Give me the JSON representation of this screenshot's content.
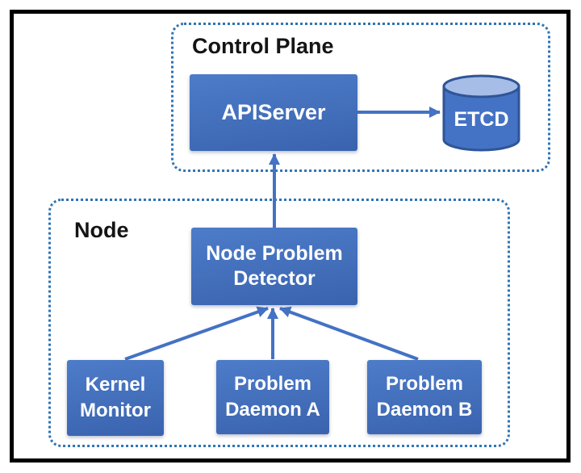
{
  "control_plane": {
    "label": "Control Plane",
    "apiserver_label": "APIServer",
    "etcd_label": "ETCD"
  },
  "node": {
    "label": "Node",
    "npd_label": "Node Problem Detector",
    "kernel_label": "Kernel Monitor",
    "daemon_a_label": "Problem Daemon A",
    "daemon_b_label": "Problem Daemon B"
  },
  "edges": [
    {
      "from": "APIServer",
      "to": "ETCD"
    },
    {
      "from": "Node Problem Detector",
      "to": "APIServer"
    },
    {
      "from": "Kernel Monitor",
      "to": "Node Problem Detector"
    },
    {
      "from": "Problem Daemon A",
      "to": "Node Problem Detector"
    },
    {
      "from": "Problem Daemon B",
      "to": "Node Problem Detector"
    }
  ],
  "colors": {
    "box-top": "#4d7cc9",
    "box-bottom": "#3a63ae",
    "connector": "#4472c4",
    "dashed": "#2e74b5",
    "cyl-top": "#a6bde8",
    "cyl-body": "#4472c4",
    "cyl-stroke": "#2f5597",
    "frame": "#000000",
    "label-text": "#141414",
    "box-text": "#ffffff"
  }
}
